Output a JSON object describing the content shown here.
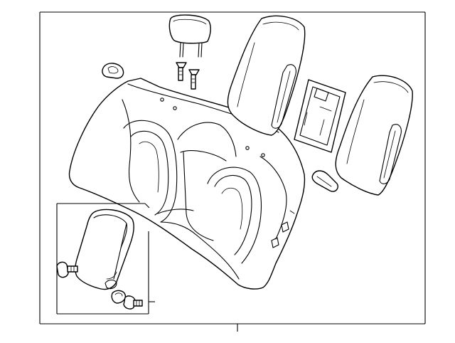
{
  "diagram": {
    "kind": "exploded-parts-diagram",
    "line_color": "#000000",
    "background_color": "#ffffff",
    "parts": [
      {
        "id": "headrest",
        "icon": "headrest-icon"
      },
      {
        "id": "headrest-guides",
        "icon": "guide-sleeve-icon"
      },
      {
        "id": "seat-belt-bezel",
        "icon": "bezel-clip-icon"
      },
      {
        "id": "seat-back-frame",
        "icon": "rear-seat-back-icon"
      },
      {
        "id": "seat-back-cover-left",
        "icon": "seat-cover-icon"
      },
      {
        "id": "center-panel",
        "icon": "pass-through-panel-icon"
      },
      {
        "id": "seat-back-cover-right",
        "icon": "seat-cover-icon"
      },
      {
        "id": "latch-trim",
        "icon": "latch-trim-icon"
      },
      {
        "id": "armrest",
        "icon": "armrest-icon"
      },
      {
        "id": "armrest-bolt",
        "icon": "bolt-icon"
      },
      {
        "id": "armrest-screw",
        "icon": "screw-icon"
      },
      {
        "id": "armrest-cap",
        "icon": "cap-icon"
      }
    ]
  }
}
